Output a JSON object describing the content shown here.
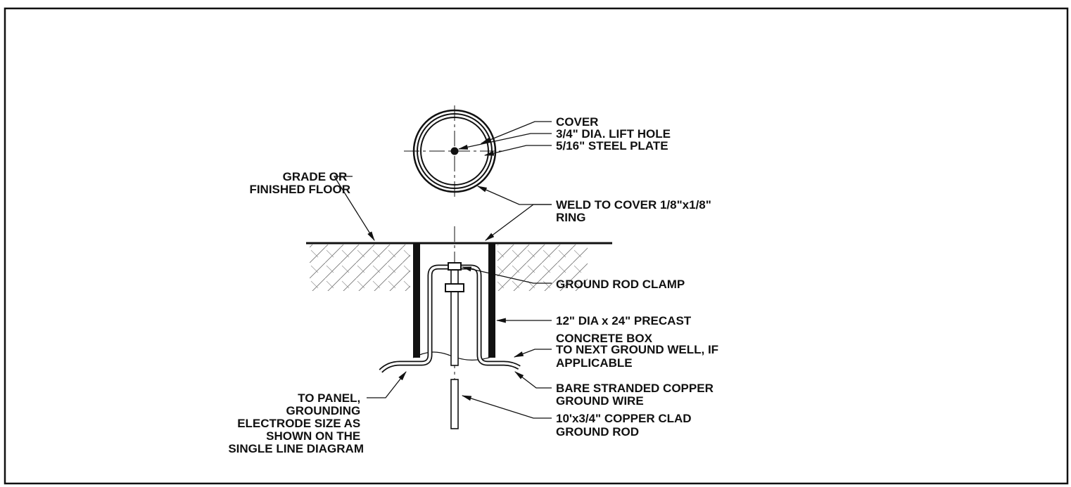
{
  "labels": {
    "cover": "COVER",
    "lift_hole": "3/4\" DIA. LIFT HOLE",
    "steel_plate": "5/16\" STEEL PLATE",
    "grade": [
      "GRADE OR",
      "FINISHED FLOOR"
    ],
    "weld": [
      "WELD TO COVER 1/8\"x1/8\"",
      "RING"
    ],
    "ground_rod_clamp": "GROUND ROD CLAMP",
    "precast_box": [
      "12\" DIA x 24\" PRECAST",
      "CONCRETE BOX"
    ],
    "next_ground_well": [
      "TO NEXT GROUND WELL, IF",
      "APPLICABLE"
    ],
    "to_panel": [
      "TO PANEL,",
      "GROUNDING",
      "ELECTRODE SIZE AS",
      "SHOWN ON THE",
      "SINGLE LINE DIAGRAM"
    ],
    "bare_copper": [
      "BARE STRANDED COPPER",
      "GROUND WIRE"
    ],
    "ground_rod": [
      "10'x3/4\" COPPER CLAD",
      "GROUND ROD"
    ]
  }
}
